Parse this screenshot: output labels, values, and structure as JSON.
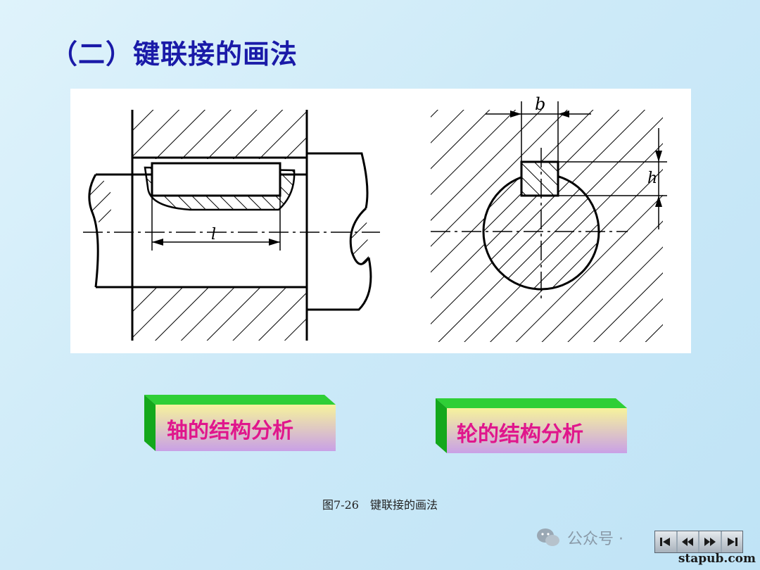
{
  "slide": {
    "title": "（二）键联接的画法",
    "caption": "图7-26　键联接的画法",
    "watermark": "stapub.com"
  },
  "figure": {
    "dim_length": "l",
    "dim_width": "b",
    "dim_height": "h"
  },
  "buttons": {
    "shaft": "轴的结构分析",
    "wheel": "轮的结构分析"
  },
  "wechat": {
    "label": "公众号 ·"
  },
  "nav": {
    "icons": [
      "first-icon",
      "prev-icon",
      "next-icon",
      "last-icon"
    ]
  },
  "colors": {
    "title": "#1a1aa8",
    "button_text": "#e0168c",
    "button_side": "#22c02a"
  }
}
